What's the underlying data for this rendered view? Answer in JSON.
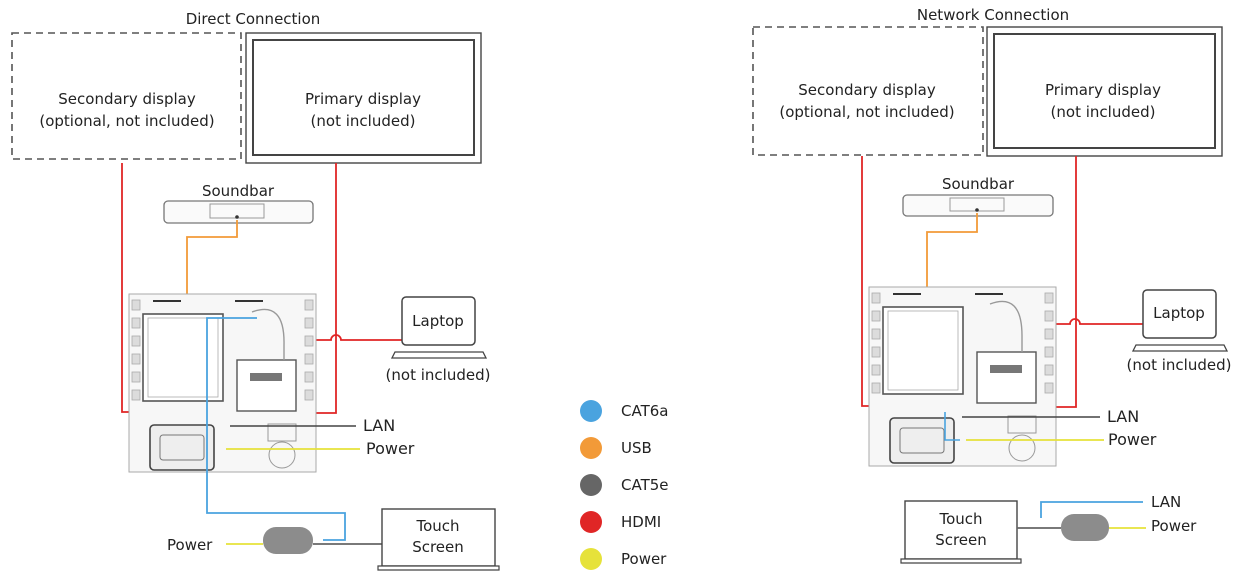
{
  "colors": {
    "cat6a": "#4aa3df",
    "usb": "#f29a38",
    "cat5e": "#666666",
    "hdmi": "#e02626",
    "power": "#e6e23a",
    "lan_line": "#444444",
    "equipment": "#888888"
  },
  "direct": {
    "title": "Direct Connection",
    "secondary_line1": "Secondary display",
    "secondary_line2": "(optional, not included)",
    "primary_line1": "Primary display",
    "primary_line2": "(not included)",
    "soundbar": "Soundbar",
    "laptop": "Laptop",
    "laptop_note": "(not included)",
    "lan": "LAN",
    "power": "Power",
    "power_left": "Power",
    "touch_line1": "Touch",
    "touch_line2": "Screen"
  },
  "network": {
    "title": "Network Connection",
    "secondary_line1": "Secondary display",
    "secondary_line2": "(optional, not included)",
    "primary_line1": "Primary display",
    "primary_line2": "(not included)",
    "soundbar": "Soundbar",
    "laptop": "Laptop",
    "laptop_note": "(not included)",
    "lan": "LAN",
    "power": "Power",
    "touch_lan": "LAN",
    "touch_power": "Power",
    "touch_line1": "Touch",
    "touch_line2": "Screen"
  },
  "legend": [
    {
      "label": "CAT6a",
      "color": "#4aa3df"
    },
    {
      "label": "USB",
      "color": "#f29a38"
    },
    {
      "label": "CAT5e",
      "color": "#666666"
    },
    {
      "label": "HDMI",
      "color": "#e02626"
    },
    {
      "label": "Power",
      "color": "#e6e23a"
    }
  ]
}
